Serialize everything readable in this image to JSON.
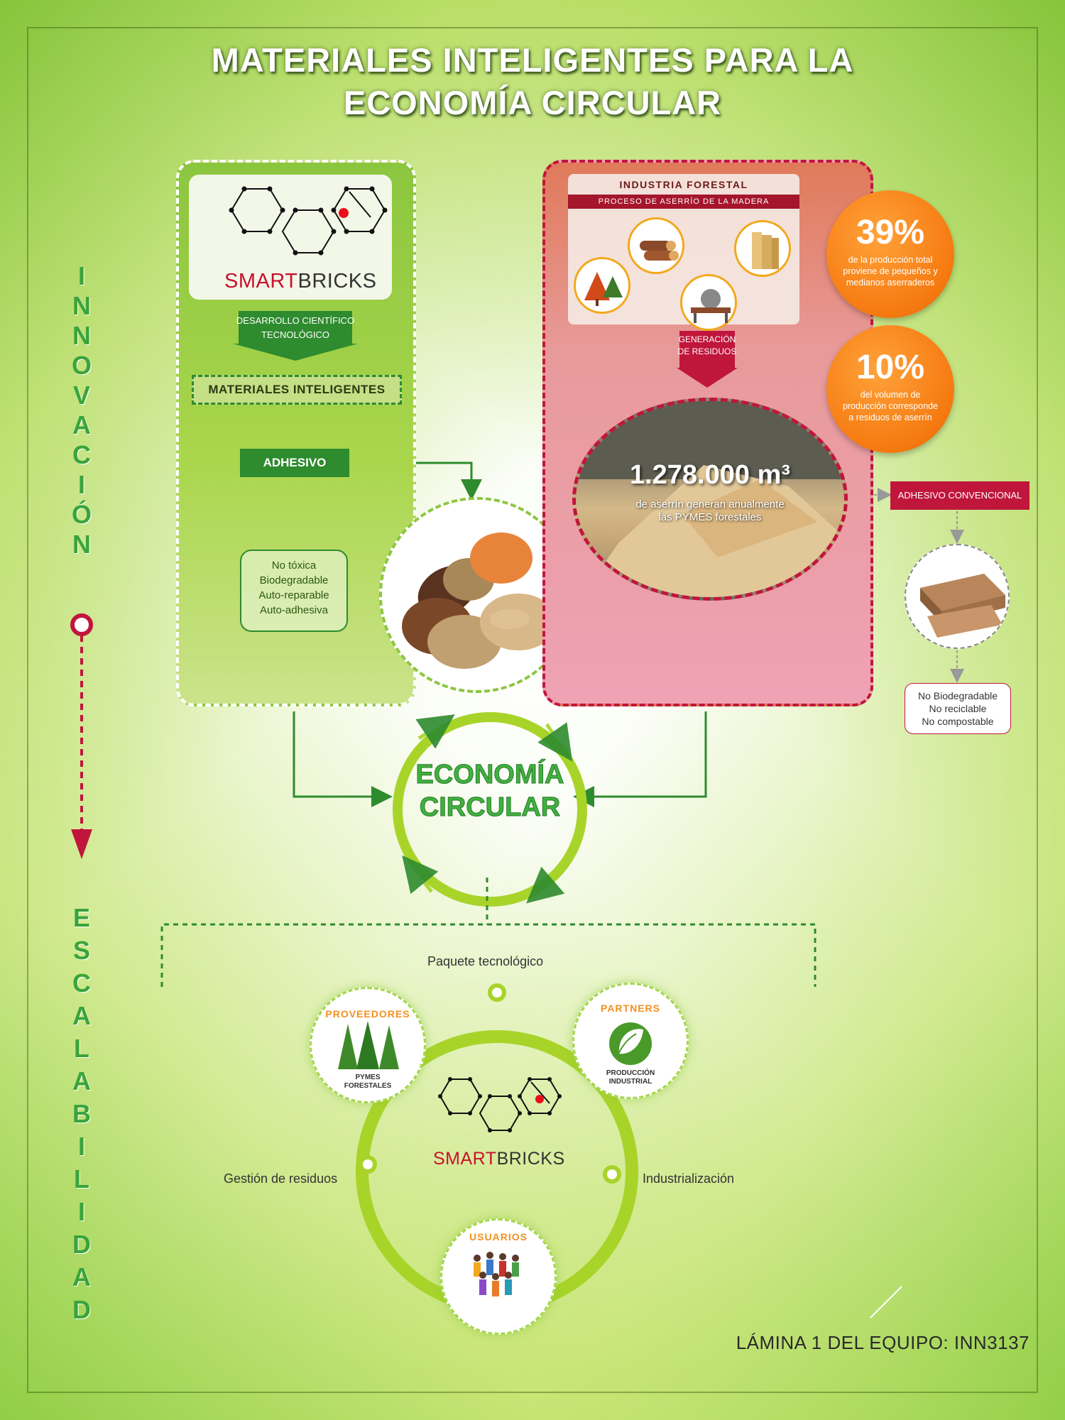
{
  "title": {
    "line1": "MATERIALES INTELIGENTES PARA LA",
    "line2": "ECONOMÍA CIRCULAR"
  },
  "side_labels": {
    "innovacion": [
      "I",
      "N",
      "N",
      "O",
      "V",
      "A",
      "C",
      "I",
      "Ó",
      "N"
    ],
    "escalabilidad": [
      "E",
      "S",
      "C",
      "A",
      "L",
      "A",
      "B",
      "I",
      "L",
      "I",
      "D",
      "A",
      "D"
    ]
  },
  "smartbricks": {
    "word_red": "SMART",
    "word_dark": "BRICKS"
  },
  "left_panel": {
    "desarrollo_line1": "DESARROLLO CIENTÍFICO",
    "desarrollo_line2": "TECNOLÓGICO",
    "materiales": "MATERIALES INTELIGENTES",
    "adhesivo": "ADHESIVO",
    "properties": [
      "No tóxica",
      "Biodegradable",
      "Auto-reparable",
      "Auto-adhesiva"
    ]
  },
  "right_panel": {
    "industria": "INDUSTRIA FORESTAL",
    "proceso": "PROCESO DE ASERRÍO DE LA MADERA",
    "generacion_line1": "GENERACIÓN",
    "generacion_line2": "DE RESIDUOS",
    "volume": "1.278.000 m³",
    "volume_desc_line1": "de aserrín generan anualmente",
    "volume_desc_line2": "las PYMES forestales",
    "conventional": "ADHESIVO CONVENCIONAL",
    "drawbacks": [
      "No Biodegradable",
      "No reciclable",
      "No compostable"
    ]
  },
  "stats": [
    {
      "value": "39%",
      "lines": [
        "de la producción total",
        "proviene de pequeños y",
        "medianos aserraderos"
      ]
    },
    {
      "value": "10%",
      "lines": [
        "del volumen de",
        "producción corresponde",
        "a residuos de aserrín"
      ]
    }
  ],
  "economia": {
    "line1": "ECONOMÍA",
    "line2": "CIRCULAR"
  },
  "cycle": {
    "top_label": "Paquete tecnológico",
    "left_label": "Gestión de residuos",
    "right_label": "Industrialización",
    "proveedores": "PROVEEDORES",
    "proveedores_sub_line1": "PYMES",
    "proveedores_sub_line2": "FORESTALES",
    "partners": "PARTNERS",
    "partners_sub_line1": "PRODUCCIÓN",
    "partners_sub_line2": "INDUSTRIAL",
    "usuarios": "USUARIOS"
  },
  "footer": "LÁMINA 1 DEL EQUIPO: INN3137",
  "colors": {
    "green_dark": "#2e8b2e",
    "green_light": "#8cc63f",
    "red": "#c0163c",
    "orange": "#f57a10"
  }
}
